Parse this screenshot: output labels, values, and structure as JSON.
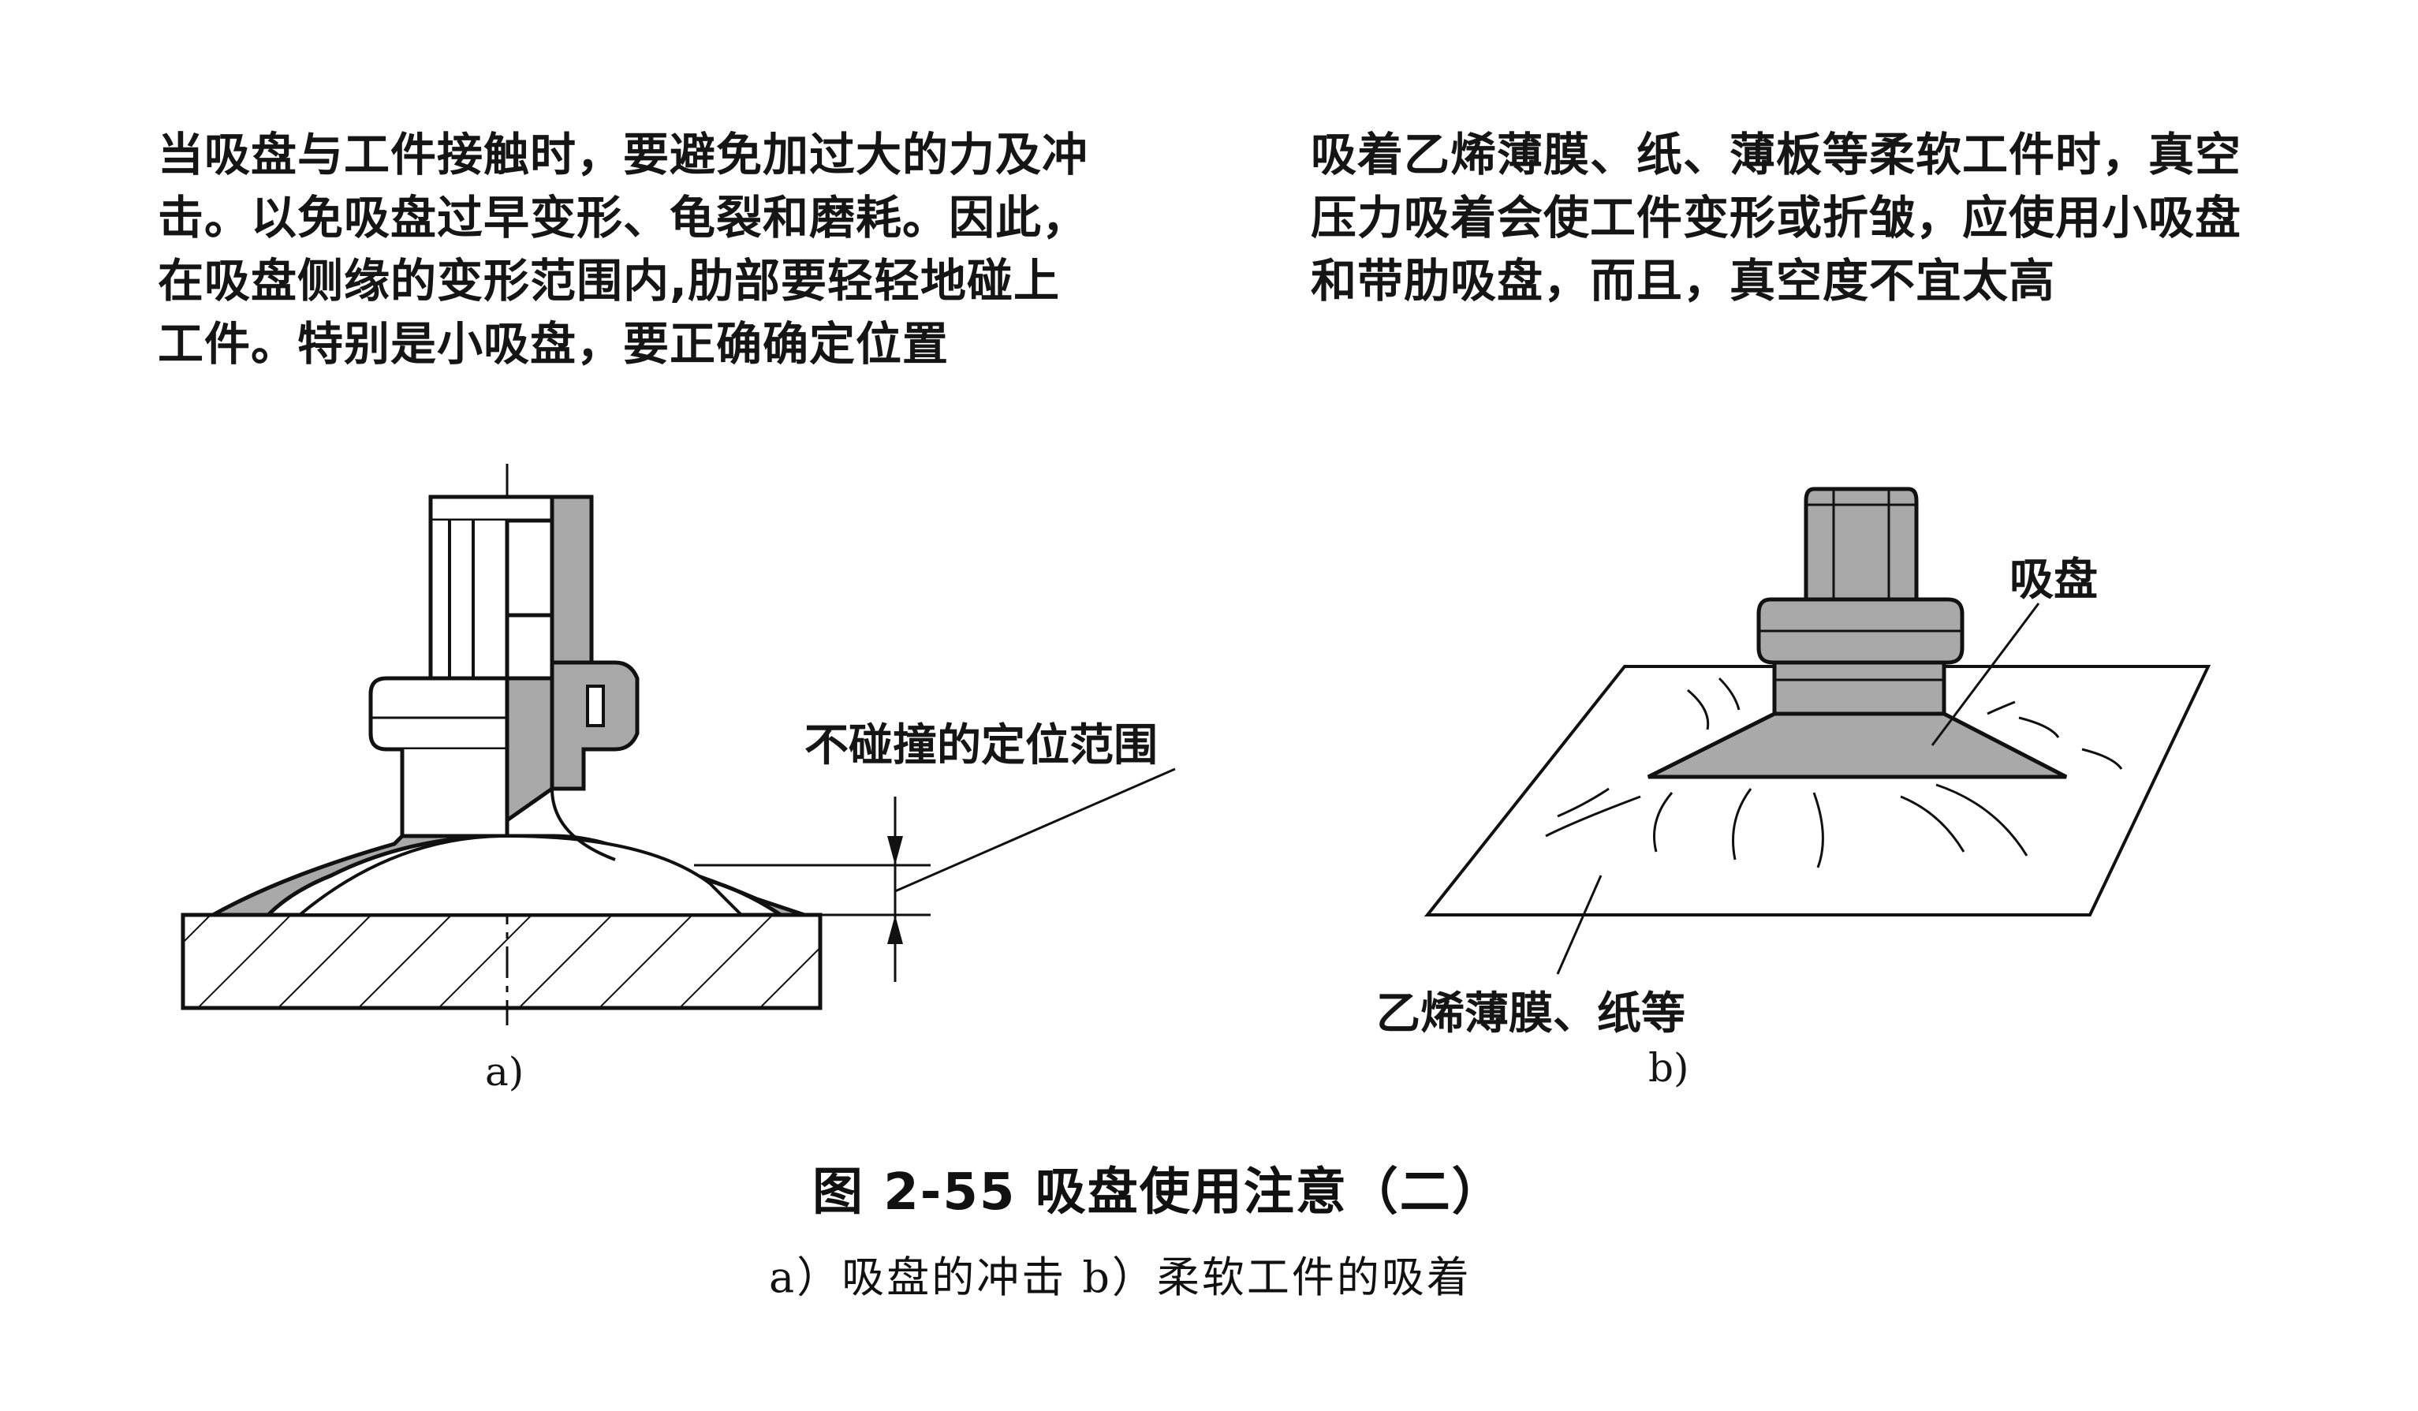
{
  "text": {
    "left_paragraph": [
      "当吸盘与工件接触时，要避免加过大的力及冲",
      "击。以免吸盘过早变形、龟裂和磨耗。因此，",
      "在吸盘侧缘的变形范围内,肋部要轻轻地碰上",
      "工件。特别是小吸盘，要正确确定位置"
    ],
    "right_paragraph": [
      "吸着乙烯薄膜、纸、薄板等柔软工件时，真空",
      "压力吸着会使工件变形或折皱，应使用小吸盘",
      "和带肋吸盘，而且，真空度不宜太高"
    ]
  },
  "figure_a": {
    "annotation": "不碰撞的定位范围",
    "sublabel": "a)"
  },
  "figure_b": {
    "label_cup": "吸盘",
    "label_film": "乙烯薄膜、纸等",
    "sublabel": "b)"
  },
  "caption": {
    "title": "图 2-55    吸盘使用注意（二）",
    "subtitle": "a）吸盘的冲击    b）柔软工件的吸着"
  },
  "colors": {
    "text": "#151515",
    "line": "#111111",
    "cup_fill": "#a9a9a9",
    "film_fill": "#ffffff"
  }
}
